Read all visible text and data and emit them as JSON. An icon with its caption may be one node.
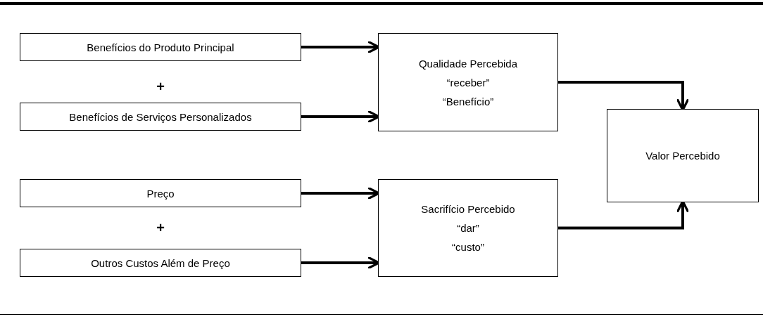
{
  "diagram": {
    "nodes": [
      {
        "text": [
          "Benefícios do Produto Principal"
        ]
      },
      {
        "text": [
          "Benefícios de Serviços Personalizados"
        ]
      },
      {
        "text": [
          "Qualidade Percebida",
          "“receber”",
          "“Benefício”"
        ]
      },
      {
        "text": [
          "Preço"
        ]
      },
      {
        "text": [
          "Outros Custos Além de Preço"
        ]
      },
      {
        "text": [
          "Sacrifício Percebido",
          "“dar”",
          "“custo”"
        ]
      },
      {
        "text": [
          "Valor Percebido"
        ]
      }
    ],
    "edges": [
      {
        "from": 0,
        "to": 2,
        "arrow": "to"
      },
      {
        "from": 1,
        "to": 2,
        "arrow": "to"
      },
      {
        "from": 3,
        "to": 5,
        "arrow": "to"
      },
      {
        "from": 4,
        "to": 5,
        "arrow": "to"
      },
      {
        "from": 2,
        "to": 6,
        "arrow": "to"
      },
      {
        "from": 5,
        "to": 6,
        "arrow": "to"
      }
    ],
    "labels": [
      "+",
      "+"
    ]
  }
}
